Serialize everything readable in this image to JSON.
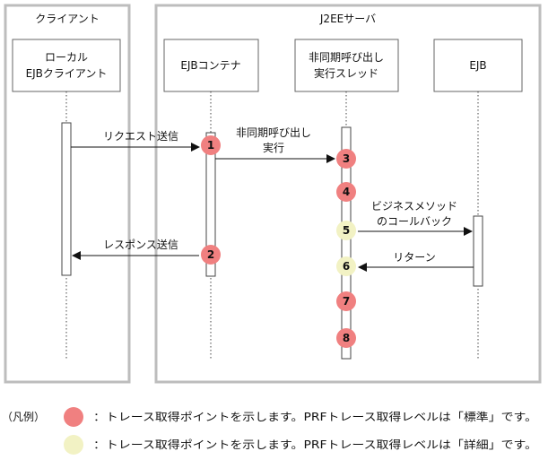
{
  "groups": {
    "client": "クライアント",
    "server": "J2EEサーバ"
  },
  "participants": {
    "local_client": [
      "ローカル",
      "EJBクライアント"
    ],
    "ejb_container": "EJBコンテナ",
    "async_thread": [
      "非同期呼び出し",
      "実行スレッド"
    ],
    "ejb": "EJB"
  },
  "messages": {
    "request_send": "リクエスト送信",
    "async_exec": [
      "非同期呼び出し",
      "実行"
    ],
    "business_callback": [
      "ビジネスメソッド",
      "のコールバック"
    ],
    "return": "リターン",
    "response_send": "レスポンス送信"
  },
  "points": [
    {
      "n": "1",
      "level": "standard"
    },
    {
      "n": "2",
      "level": "standard"
    },
    {
      "n": "3",
      "level": "standard"
    },
    {
      "n": "4",
      "level": "standard"
    },
    {
      "n": "5",
      "level": "detail"
    },
    {
      "n": "6",
      "level": "detail"
    },
    {
      "n": "7",
      "level": "standard"
    },
    {
      "n": "8",
      "level": "standard"
    }
  ],
  "legend": {
    "prefix": "（凡例）",
    "standard": "：トレース取得ポイントを示します。PRFトレース取得レベルは「標準」です。",
    "detail": "：トレース取得ポイントを示します。PRFトレース取得レベルは「詳細」です。"
  },
  "colors": {
    "standard": "#f08080",
    "detail": "#f2f2c4",
    "frame": "#bdbdbd"
  }
}
